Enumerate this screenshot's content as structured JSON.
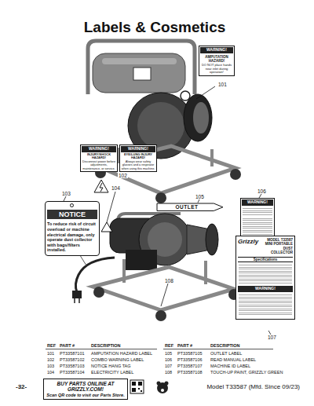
{
  "diagram": {
    "title": "Labels & Cosmetics",
    "nodes": [
      {
        "text": [
          "WARNING!",
          "AMPUTATION HAZARD!",
          "DO NOT place hands near inlet during operation!"
        ]
      },
      {
        "text": [
          "WARNING!",
          "INJURY/SHOCK HAZARD!",
          "Disconnect power before adjustments, maintenance, or service."
        ]
      },
      {
        "text": [
          "WARNING!",
          "EYE/LUNG INJURY HAZARD!",
          "Always wear safety glasses and a respirator when using this machine."
        ]
      },
      {
        "text": [
          "NOTICE",
          "To reduce risk of circuit overload or machine electrical damage, only operate dust collector with bags/filters installed."
        ]
      },
      {
        "text": [
          "OUTLET"
        ]
      },
      {
        "text": [
          "WARNING!"
        ]
      },
      {
        "text": [
          "Grizzly",
          "MODEL T33587 MINI PORTABLE DUST COLLECTOR",
          "Specifications",
          "WARNING!"
        ]
      },
      {
        "text": [
          "BUY PARTS ONLINE AT GRIZZLY.COM!",
          "Scan QR code to visit our Parts Store."
        ]
      }
    ],
    "labels": [
      "101",
      "102",
      "103",
      "104",
      "105",
      "106",
      "107",
      "108",
      "REF",
      "PART #",
      "DESCRIPTION",
      "REF",
      "PART #",
      "DESCRIPTION",
      "101",
      "PT33587101",
      "AMPUTATION HAZARD LABEL",
      "105",
      "PT33587105",
      "OUTLET LABEL",
      "102",
      "PT33587102",
      "COMBO WARNING LABEL",
      "106",
      "PT33587106",
      "READ MANUAL LABEL",
      "103",
      "PT33587103",
      "NOTICE HANG TAG",
      "107",
      "PT33587107",
      "MACHINE ID LABEL",
      "104",
      "PT33587104",
      "ELECTRICITY LABEL",
      "108",
      "PT33587108",
      "TOUCH-UP PAINT, GRIZZLY GREEN",
      "-32-",
      "Model T33587 (Mfd. Since 09/23)"
    ]
  }
}
